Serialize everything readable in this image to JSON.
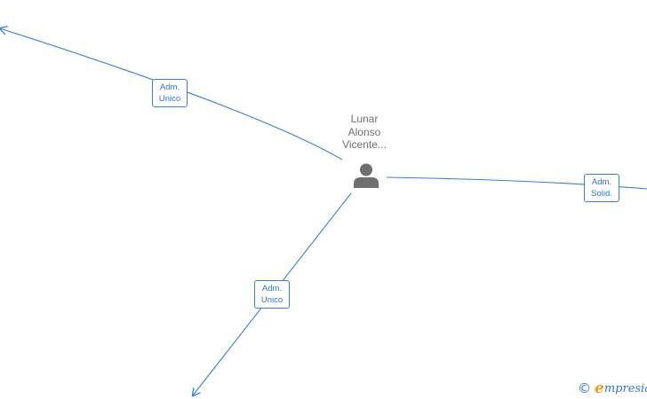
{
  "person": {
    "name_lines": [
      "Lunar",
      "Alonso",
      "Vicente..."
    ],
    "icon": "person-icon"
  },
  "relations": [
    {
      "id": "top",
      "label_lines": [
        "Adm.",
        "Unico"
      ]
    },
    {
      "id": "right",
      "label_lines": [
        "Adm.",
        "Solid."
      ]
    },
    {
      "id": "bottom",
      "label_lines": [
        "Adm.",
        "Unico"
      ]
    }
  ],
  "watermark": {
    "symbol": "©",
    "brand_first": "e",
    "brand_rest": "mpresia"
  },
  "colors": {
    "edge": "#3a7fd5",
    "label_text": "#2f76cf",
    "node_text": "#6f6f6f",
    "icon": "#6f6f6f",
    "brand_accent": "#f39c12"
  }
}
